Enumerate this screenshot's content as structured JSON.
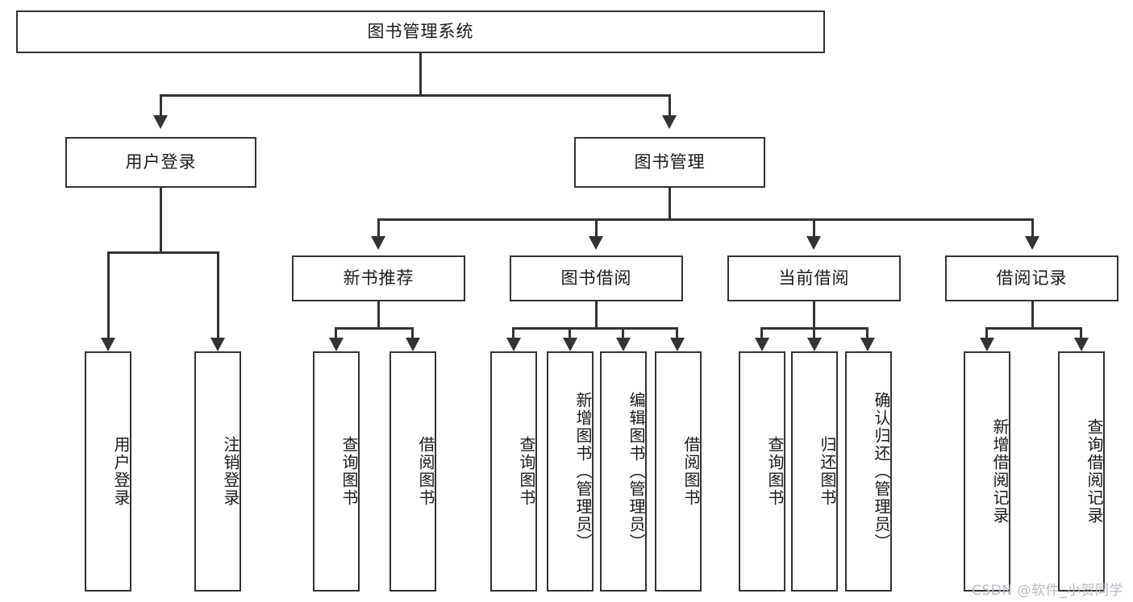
{
  "diagram": {
    "title": "图书管理系统",
    "type": "tree-hierarchy-diagram",
    "root": {
      "label": "图书管理系统"
    },
    "level2": [
      {
        "label": "用户登录"
      },
      {
        "label": "图书管理"
      }
    ],
    "level3": [
      {
        "label": "新书推荐"
      },
      {
        "label": "图书借阅"
      },
      {
        "label": "当前借阅"
      },
      {
        "label": "借阅记录"
      }
    ],
    "leaves": {
      "user_login": [
        {
          "label": "用户登录"
        },
        {
          "label": "注销登录"
        }
      ],
      "new_book_recommend": [
        {
          "label": "查询图书"
        },
        {
          "label": "借阅图书"
        }
      ],
      "book_borrow": [
        {
          "label": "查询图书"
        },
        {
          "label": "新增图书（管理员）"
        },
        {
          "label": "编辑图书（管理员）"
        },
        {
          "label": "借阅图书"
        }
      ],
      "current_borrow": [
        {
          "label": "查询图书"
        },
        {
          "label": "归还图书"
        },
        {
          "label": "确认归还（管理员）"
        }
      ],
      "borrow_record": [
        {
          "label": "新增借阅记录"
        },
        {
          "label": "查询借阅记录"
        }
      ]
    }
  },
  "watermark": {
    "text": "CSDN @软件_小贺同学"
  },
  "colors": {
    "stroke": "#333333",
    "fill": "#ffffff",
    "text": "#1a1a1a",
    "watermark": "#b9bcc2"
  }
}
